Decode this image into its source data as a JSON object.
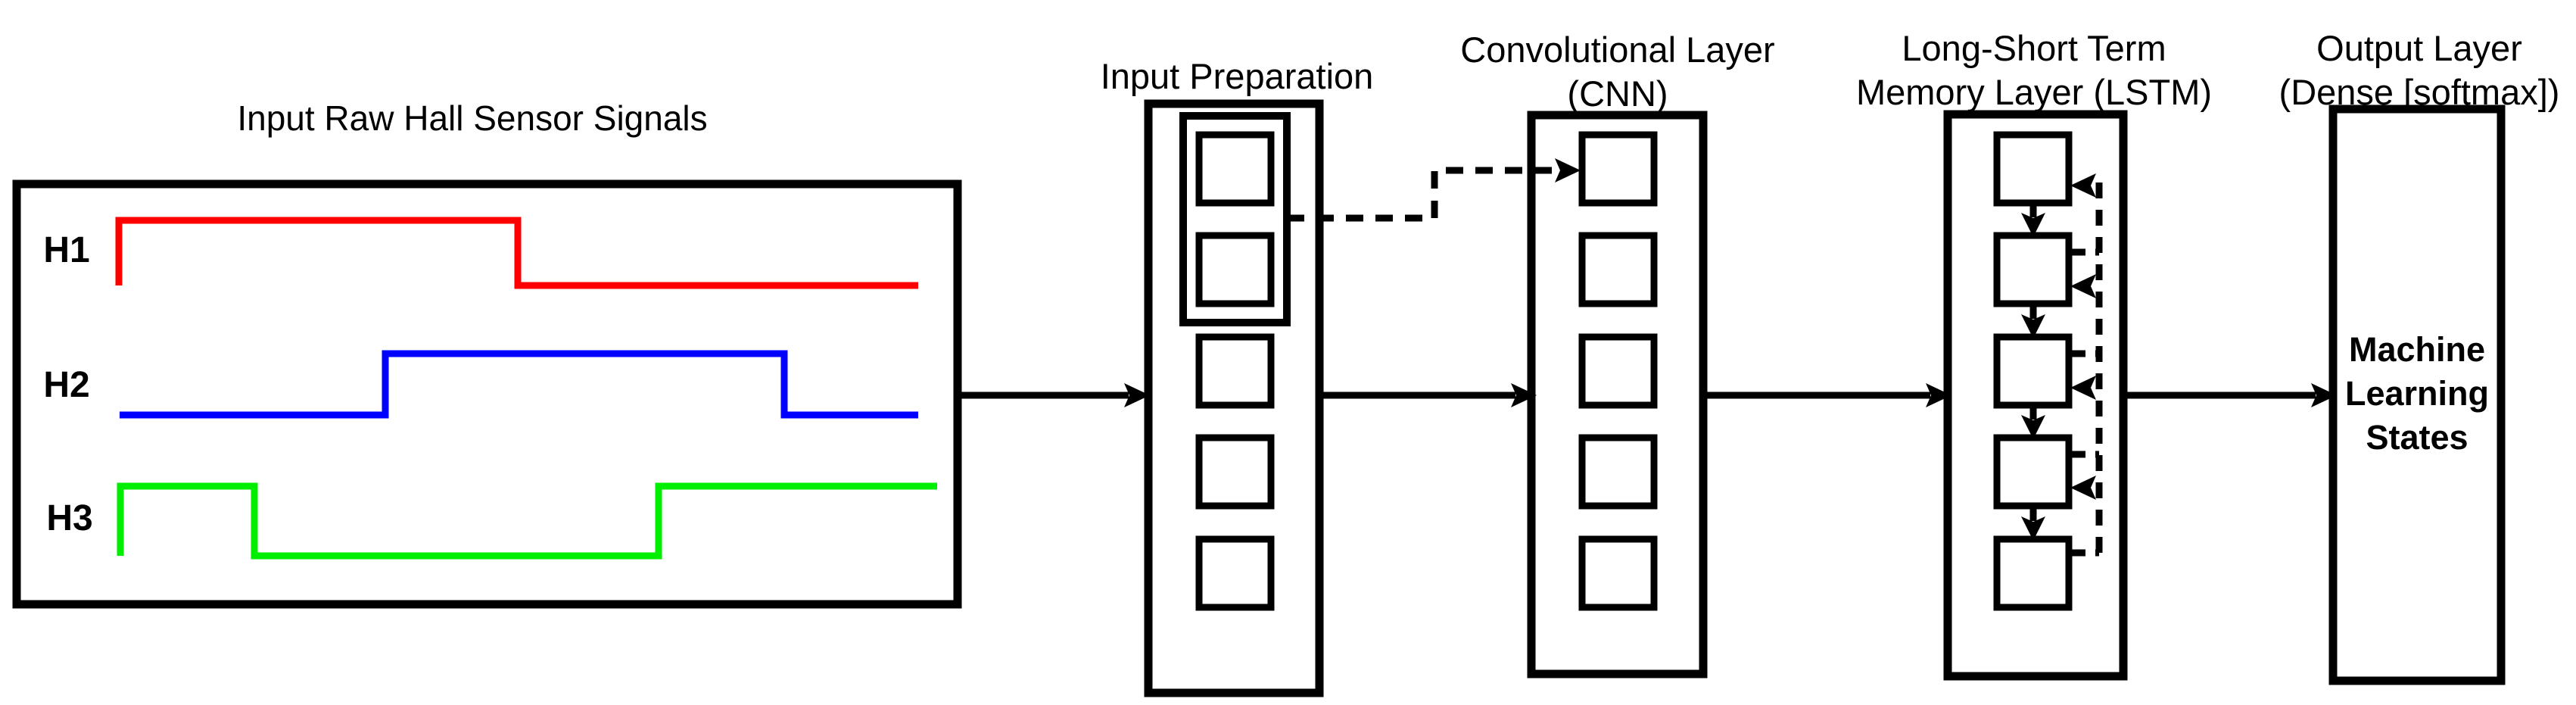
{
  "figure": {
    "signal_panel": {
      "title": "Input Raw Hall Sensor Signals",
      "signals": [
        {
          "label": "H1",
          "color": "#ff0000",
          "states": [
            "high",
            "low"
          ]
        },
        {
          "label": "H2",
          "color": "#0000ff",
          "states": [
            "low",
            "high",
            "low"
          ]
        },
        {
          "label": "H3",
          "color": "#00ee00",
          "states": [
            "high",
            "low",
            "high"
          ]
        }
      ]
    },
    "input_preparation": {
      "title": "Input Preparation"
    },
    "cnn": {
      "title_line1": "Convolutional Layer",
      "title_line2": "(CNN)"
    },
    "lstm": {
      "title_line1": "Long-Short Term",
      "title_line2": "Memory Layer (LSTM)"
    },
    "output_layer": {
      "title_line1": "Output Layer",
      "title_line2": "(Dense [softmax])",
      "label_line1": "Machine",
      "label_line2": "Learning",
      "label_line3": "States"
    },
    "colors": {
      "stroke": "#000000",
      "background": "#ffffff"
    }
  }
}
